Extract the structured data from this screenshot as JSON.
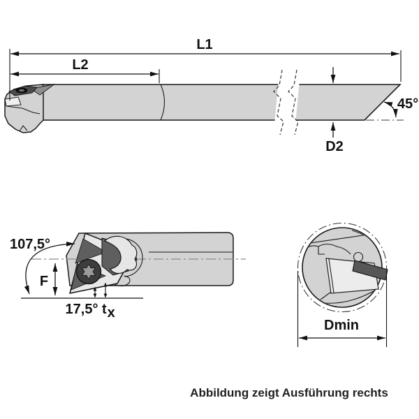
{
  "caption": "Abbildung zeigt Ausführung rechts",
  "colors": {
    "body_fill": "#d3d3d3",
    "pocket_light": "#ececec",
    "insert_dark": "#5f5f5f",
    "clamp_light": "#e6e6e6",
    "screw_ring": "#3d3d3d",
    "torx_star": "#9c9c9c",
    "outline": "#1a1a1a",
    "centerline": "#8c8c8c",
    "label_text": "#111111"
  },
  "views": {
    "side": {
      "labels": {
        "overall_length": "L1",
        "head_length": "L2",
        "shank_diameter": "D2",
        "chamfer_angle": "45°"
      }
    },
    "insert_detail": {
      "labels": {
        "included_angle": "107,5°",
        "tip_height": "F",
        "minor_angle": "17,5°",
        "t_base": "t",
        "t_subscript": "x"
      }
    },
    "front": {
      "labels": {
        "min_bore_diameter": "Dmin"
      }
    }
  }
}
